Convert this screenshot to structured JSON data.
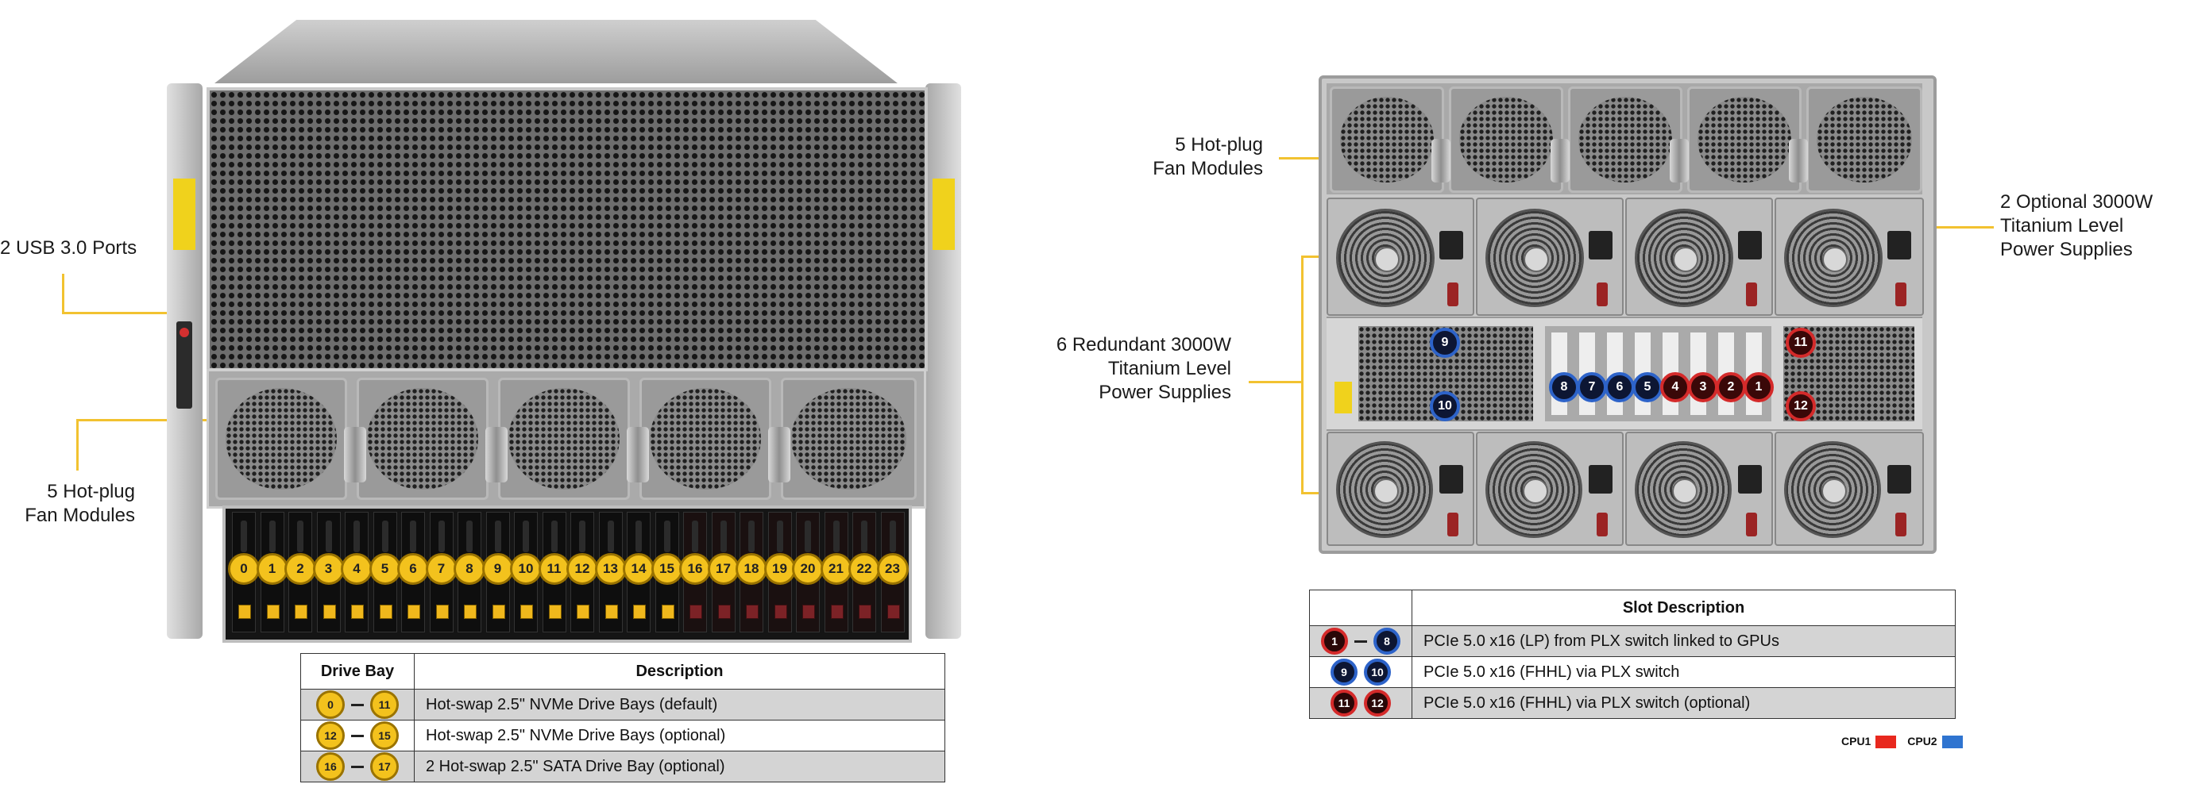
{
  "front": {
    "callouts": {
      "usb": "2 USB 3.0 Ports",
      "fans_line1": "5 Hot-plug",
      "fans_line2": "Fan Modules"
    },
    "bays": [
      "0",
      "1",
      "2",
      "3",
      "4",
      "5",
      "6",
      "7",
      "8",
      "9",
      "10",
      "11",
      "12",
      "13",
      "14",
      "15",
      "16",
      "17",
      "18",
      "19",
      "20",
      "21",
      "22",
      "23"
    ],
    "table": {
      "headers": [
        "Drive Bay",
        "Description"
      ],
      "rows": [
        {
          "from": "0",
          "to": "11",
          "desc": "Hot-swap 2.5\" NVMe Drive Bays (default)"
        },
        {
          "from": "12",
          "to": "15",
          "desc": "Hot-swap 2.5\" NVMe Drive Bays (optional)"
        },
        {
          "from": "16",
          "to": "17",
          "desc": "2 Hot-swap 2.5\" SATA Drive Bay (optional)"
        }
      ]
    }
  },
  "rear": {
    "callouts": {
      "fans_line1": "5 Hot-plug",
      "fans_line2": "Fan Modules",
      "psu_line1": "6 Redundant 3000W",
      "psu_line2": "Titanium Level",
      "psu_line3": "Power Supplies",
      "opt_line1": "2 Optional 3000W",
      "opt_line2": "Titanium Level",
      "opt_line3": "Power Supplies"
    },
    "slots": {
      "gpu_link": [
        "8",
        "7",
        "6",
        "5",
        "4",
        "3",
        "2",
        "1"
      ],
      "left_top": "9",
      "left_bottom": "10",
      "right_top": "11",
      "right_bottom": "12"
    },
    "table": {
      "header": "Slot Description",
      "rows": [
        {
          "from": "1",
          "to": "8",
          "desc": "PCIe 5.0 x16 (LP) from PLX switch linked to GPUs"
        },
        {
          "from": "9",
          "to": "10",
          "desc": "PCIe 5.0 x16 (FHHL) via PLX switch"
        },
        {
          "from": "11",
          "to": "12",
          "desc": "PCIe 5.0 x16 (FHHL) via PLX switch (optional)"
        }
      ]
    },
    "legend": {
      "cpu1": "CPU1",
      "cpu2": "CPU2",
      "cpu1_color": "#e8281e",
      "cpu2_color": "#2f74d0"
    }
  },
  "colors": {
    "leader": "#f2c230",
    "bay_badge": "#f3c21d"
  }
}
